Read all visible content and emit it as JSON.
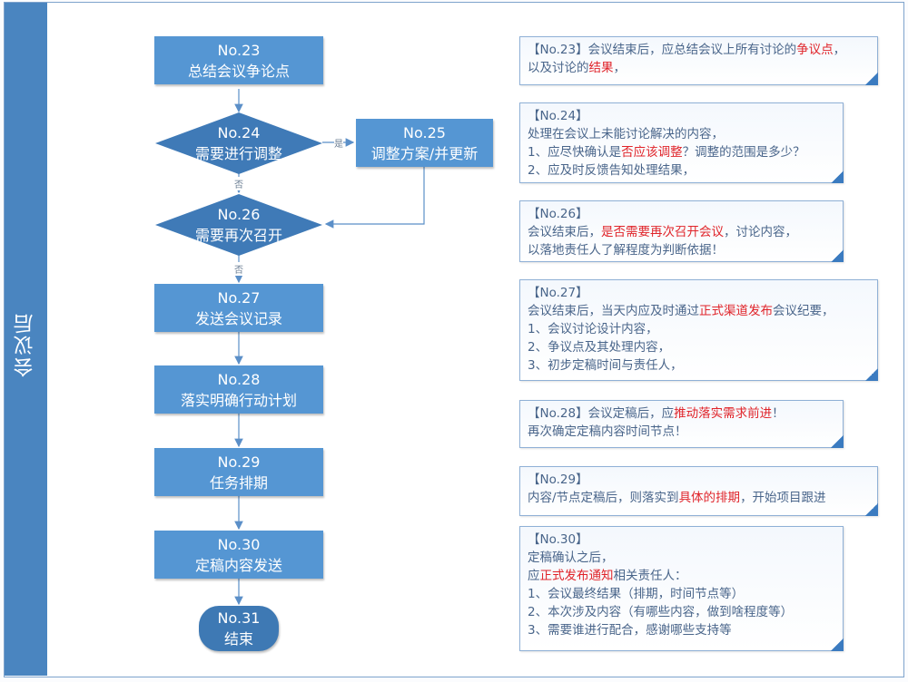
{
  "lane": {
    "title": "会议后"
  },
  "nodes": {
    "n23": {
      "id": "No.23",
      "label": "总结会议争论点",
      "shape": "process"
    },
    "n24": {
      "id": "No.24",
      "label": "需要进行调整",
      "shape": "decision"
    },
    "n25": {
      "id": "No.25",
      "label": "调整方案/并更新",
      "shape": "process"
    },
    "n26": {
      "id": "No.26",
      "label": "需要再次召开",
      "shape": "decision"
    },
    "n27": {
      "id": "No.27",
      "label": "发送会议记录",
      "shape": "process"
    },
    "n28": {
      "id": "No.28",
      "label": "落实明确行动计划",
      "shape": "process"
    },
    "n29": {
      "id": "No.29",
      "label": "任务排期",
      "shape": "process"
    },
    "n30": {
      "id": "No.30",
      "label": "定稿内容发送",
      "shape": "process"
    },
    "n31": {
      "id": "No.31",
      "label": "结束",
      "shape": "terminator"
    }
  },
  "edges": {
    "yes_label": "是",
    "no_label": "否",
    "list": [
      {
        "from": "No.23",
        "to": "No.24"
      },
      {
        "from": "No.24",
        "to": "No.25",
        "label": "是"
      },
      {
        "from": "No.24",
        "to": "No.26",
        "label": "否"
      },
      {
        "from": "No.25",
        "to": "No.26"
      },
      {
        "from": "No.26",
        "to": "No.27",
        "label": "否"
      },
      {
        "from": "No.27",
        "to": "No.28"
      },
      {
        "from": "No.28",
        "to": "No.29"
      },
      {
        "from": "No.29",
        "to": "No.30"
      },
      {
        "from": "No.30",
        "to": "No.31"
      }
    ]
  },
  "notes": {
    "n23": {
      "lines": [
        [
          {
            "t": "【No.23】会议结束后，应总结会议上所有讨论的"
          },
          {
            "t": "争议点",
            "hl": true
          },
          {
            "t": "，"
          }
        ],
        [
          {
            "t": "以及讨论的"
          },
          {
            "t": "结果",
            "hl": true
          },
          {
            "t": "，"
          }
        ]
      ]
    },
    "n24": {
      "lines": [
        [
          {
            "t": "【No.24】"
          }
        ],
        [
          {
            "t": "处理在会议上未能讨论解决的内容，"
          }
        ],
        [
          {
            "t": "1、应尽快确认是"
          },
          {
            "t": "否应该调整",
            "hl": true
          },
          {
            "t": "？调整的范围是多少？"
          }
        ],
        [
          {
            "t": "2、应及时反馈告知处理结果，"
          }
        ]
      ]
    },
    "n26": {
      "lines": [
        [
          {
            "t": "【No.26】"
          }
        ],
        [
          {
            "t": "会议结束后，"
          },
          {
            "t": "是否需要再次召开会议",
            "hl": true
          },
          {
            "t": "，讨论内容，"
          }
        ],
        [
          {
            "t": "以落地责任人了解程度为判断依据！"
          }
        ]
      ]
    },
    "n27": {
      "lines": [
        [
          {
            "t": "【No.27】"
          }
        ],
        [
          {
            "t": "会议结束后，当天内应及时通过"
          },
          {
            "t": "正式渠道发布",
            "hl": true
          },
          {
            "t": "会议纪要，"
          }
        ],
        [
          {
            "t": "1、会议讨论设计内容，"
          }
        ],
        [
          {
            "t": "2、争议点及其处理内容，"
          }
        ],
        [
          {
            "t": "3、初步定稿时间与责任人，"
          }
        ]
      ]
    },
    "n28": {
      "lines": [
        [
          {
            "t": "【No.28】会议定稿后，应"
          },
          {
            "t": "推动落实需求前进",
            "hl": true
          },
          {
            "t": "！"
          }
        ],
        [
          {
            "t": "再次确定定稿内容时间节点！"
          }
        ]
      ]
    },
    "n29": {
      "lines": [
        [
          {
            "t": "【No.29】"
          }
        ],
        [
          {
            "t": "内容/节点定稿后，则落实到"
          },
          {
            "t": "具体的排期",
            "hl": true
          },
          {
            "t": "，开始项目跟进"
          }
        ]
      ]
    },
    "n30": {
      "lines": [
        [
          {
            "t": "【No.30】"
          }
        ],
        [
          {
            "t": "定稿确认之后，"
          }
        ],
        [
          {
            "t": "应"
          },
          {
            "t": "正式发布通知",
            "hl": true
          },
          {
            "t": "相关责任人："
          }
        ],
        [
          {
            "t": "1、会议最终结果（排期，时间节点等）"
          }
        ],
        [
          {
            "t": "2、本次涉及内容（有哪些内容，做到啥程度等）"
          }
        ],
        [
          {
            "t": "3、需要谁进行配合，感谢哪些支持等"
          }
        ]
      ]
    }
  },
  "colors": {
    "process": "#5596d3",
    "decision": "#3f7ab7",
    "terminator": "#3e79b4",
    "lane": "#4a85c0",
    "highlight": "#e0242a",
    "note_text": "#49658a"
  }
}
